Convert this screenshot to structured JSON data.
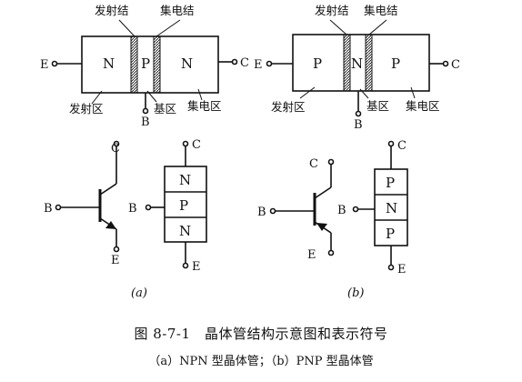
{
  "npn_structure": {
    "label_emitter_junction": "发射结",
    "label_collector_junction": "集电结",
    "region_left": "N",
    "region_mid": "P",
    "region_right": "N",
    "terminal_emitter": "E",
    "terminal_collector": "C",
    "terminal_base": "B",
    "label_emitter_region": "发射区",
    "label_base_region": "基区",
    "label_collector_region": "集电区"
  },
  "pnp_structure": {
    "label_emitter_junction": "发射结",
    "label_collector_junction": "集电结",
    "region_left": "P",
    "region_mid": "N",
    "region_right": "P",
    "terminal_emitter": "E",
    "terminal_collector": "C",
    "terminal_base": "B",
    "label_emitter_region": "发射区",
    "label_base_region": "基区",
    "label_collector_region": "集电区"
  },
  "npn_symbol": {
    "terminal_collector": "C",
    "terminal_base": "B",
    "terminal_emitter": "E"
  },
  "npn_stack": {
    "terminal_collector": "C",
    "terminal_base": "B",
    "terminal_emitter": "E",
    "layer_top": "N",
    "layer_mid": "P",
    "layer_bottom": "N"
  },
  "pnp_symbol": {
    "terminal_collector": "C",
    "terminal_base": "B",
    "terminal_emitter": "E"
  },
  "pnp_stack": {
    "terminal_collector": "C",
    "terminal_base": "B",
    "terminal_emitter": "E",
    "layer_top": "P",
    "layer_mid": "N",
    "layer_bottom": "P"
  },
  "sub_label_a": "(a)",
  "sub_label_b": "(b)",
  "caption": {
    "title": "图 8-7-1　晶体管结构示意图和表示符号",
    "subtitle": "（a）NPN 型晶体管；（b）PNP 型晶体管"
  }
}
